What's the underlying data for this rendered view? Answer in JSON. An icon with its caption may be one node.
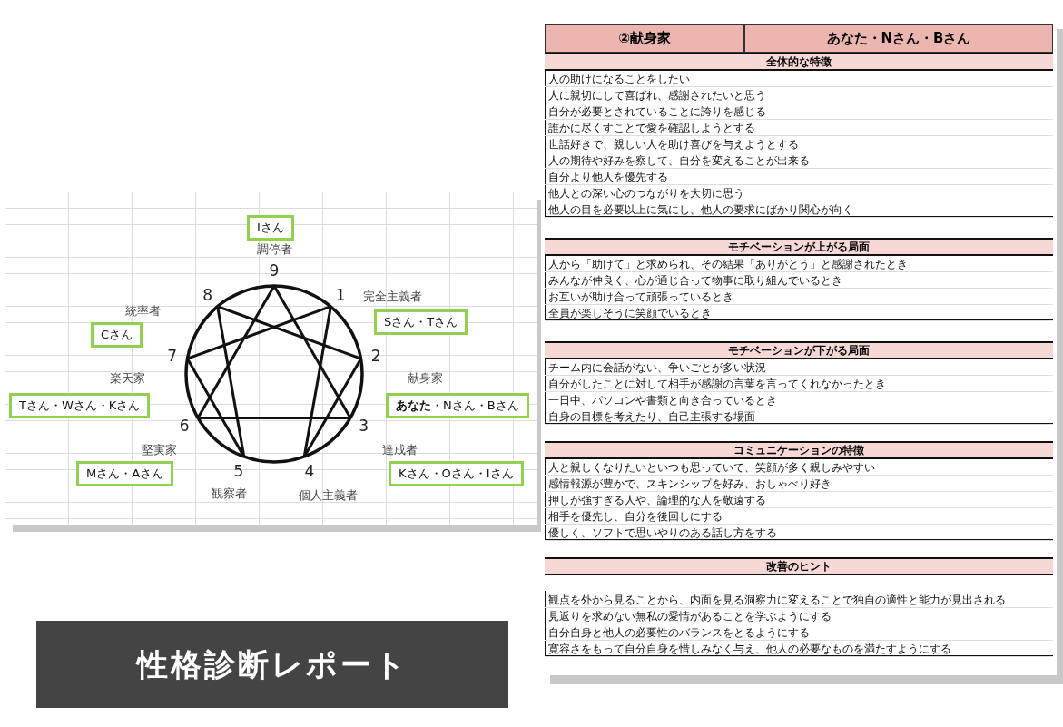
{
  "diagram": {
    "title": "性格診断レポート",
    "nodes": [
      {
        "text": [
          "1"
        ]
      },
      {
        "text": [
          "2"
        ]
      },
      {
        "text": [
          "3"
        ]
      },
      {
        "text": [
          "4"
        ]
      },
      {
        "text": [
          "5"
        ]
      },
      {
        "text": [
          "6"
        ]
      },
      {
        "text": [
          "7"
        ]
      },
      {
        "text": [
          "8"
        ]
      },
      {
        "text": [
          "9"
        ]
      },
      {
        "text": [
          "Sさん・Tさん"
        ]
      },
      {
        "text": [
          "**あなた**・Nさん・Bさん"
        ]
      },
      {
        "text": [
          "Kさん・Oさん・Iさん"
        ]
      },
      {
        "text": [
          "Mさん・Aさん"
        ]
      },
      {
        "text": [
          "Tさん・Wさん・Kさん"
        ]
      },
      {
        "text": [
          "Cさん"
        ]
      },
      {
        "text": [
          "Iさん"
        ]
      }
    ],
    "edges": [
      {
        "from": 8,
        "to": 2,
        "arrow": "none"
      },
      {
        "from": 2,
        "to": 5,
        "arrow": "none"
      },
      {
        "from": 5,
        "to": 8,
        "arrow": "none"
      },
      {
        "from": 0,
        "to": 3,
        "arrow": "none"
      },
      {
        "from": 3,
        "to": 1,
        "arrow": "none"
      },
      {
        "from": 1,
        "to": 7,
        "arrow": "none"
      },
      {
        "from": 7,
        "to": 4,
        "arrow": "none"
      },
      {
        "from": 4,
        "to": 6,
        "arrow": "none"
      },
      {
        "from": 6,
        "to": 0,
        "arrow": "none"
      }
    ],
    "labels": [
      "調停者",
      "完全主義者",
      "統率者",
      "楽天家",
      "献身家",
      "堅実家",
      "達成者",
      "観察者",
      "個人主義者",
      "②献身家",
      "あなた・Nさん・Bさん",
      "全体的な特徴",
      "人の助けになることをしたい",
      "人に親切にして喜ばれ、感謝されたいと思う",
      "自分が必要とされていることに誇りを感じる",
      "誰かに尽くすことで愛を確認しようとする",
      "世話好きで、親しい人を助け喜びを与えようとする",
      "人の期待や好みを察して、自分を変えることが出来る",
      "自分より他人を優先する",
      "他人との深い心のつながりを大切に思う",
      "他人の目を必要以上に気にし、他人の要求にばかり関心が向く",
      "モチベーションが上がる局面",
      "人から「助けて」と求められ、その結果「ありがとう」と感謝されたとき",
      "みんなが仲良く、心が通じ合って物事に取り組んでいるとき",
      "お互いが助け合って頑張っているとき",
      "全員が楽しそうに笑顔でいるとき",
      "モチベーションが下がる局面",
      "チーム内に会話がない、争いごとが多い状況",
      "自分がしたことに対して相手が感謝の言葉を言ってくれなかったとき",
      "一日中、パソコンや書類と向き合っているとき",
      "自身の目標を考えたり、自己主張する場面",
      "コミュニケーションの特徴",
      "人と親しくなりたいといつも思っていて、笑顔が多く親しみやすい",
      "感情報源が豊かで、スキンシップを好み、おしゃべり好き",
      "押しが強すぎる人や、論理的な人を敬遠する",
      "相手を優先し、自分を後回しにする",
      "優しく、ソフトで思いやりのある話し方をする",
      "改善のヒント",
      "観点を外から見ることから、内面を見る洞察力に変えることで独自の適性と能力が見出される",
      "見返りを求めない無私の愛情があることを学ぶようにする",
      "自分自身と他人の必要性のバランスをとるようにする",
      "寛容さをもって自分自身を惜しみなく与え、他人の必要なものを満たすようにする"
    ]
  }
}
